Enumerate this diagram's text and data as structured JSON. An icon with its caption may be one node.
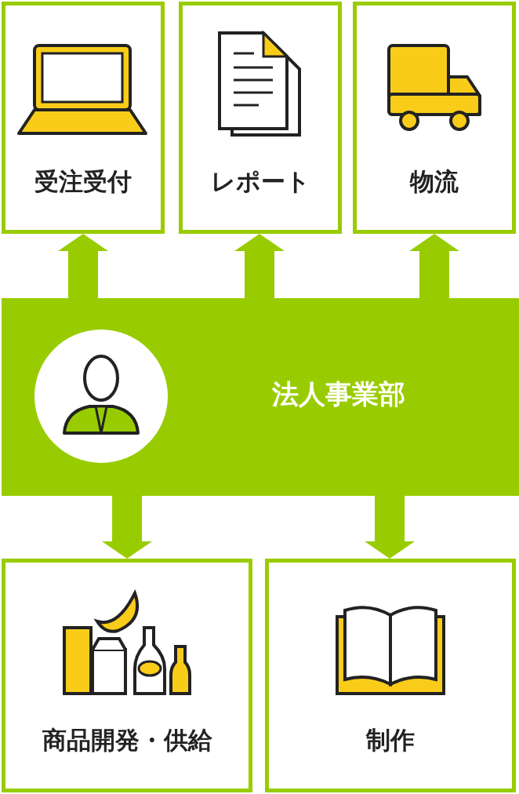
{
  "diagram": {
    "nodes": [
      {
        "text": [
          "受注受付"
        ]
      },
      {
        "text": [
          "レポート"
        ]
      },
      {
        "text": [
          "物流"
        ]
      },
      {
        "text": [
          "法人事業部"
        ]
      },
      {
        "text": [
          "商品開発・供給"
        ]
      },
      {
        "text": [
          "制作"
        ]
      }
    ],
    "edges": [
      {
        "from": 3,
        "to": 0,
        "arrow": "to"
      },
      {
        "from": 3,
        "to": 1,
        "arrow": "to"
      },
      {
        "from": 3,
        "to": 2,
        "arrow": "to"
      },
      {
        "from": 3,
        "to": 4,
        "arrow": "to"
      },
      {
        "from": 3,
        "to": 5,
        "arrow": "to"
      }
    ]
  }
}
